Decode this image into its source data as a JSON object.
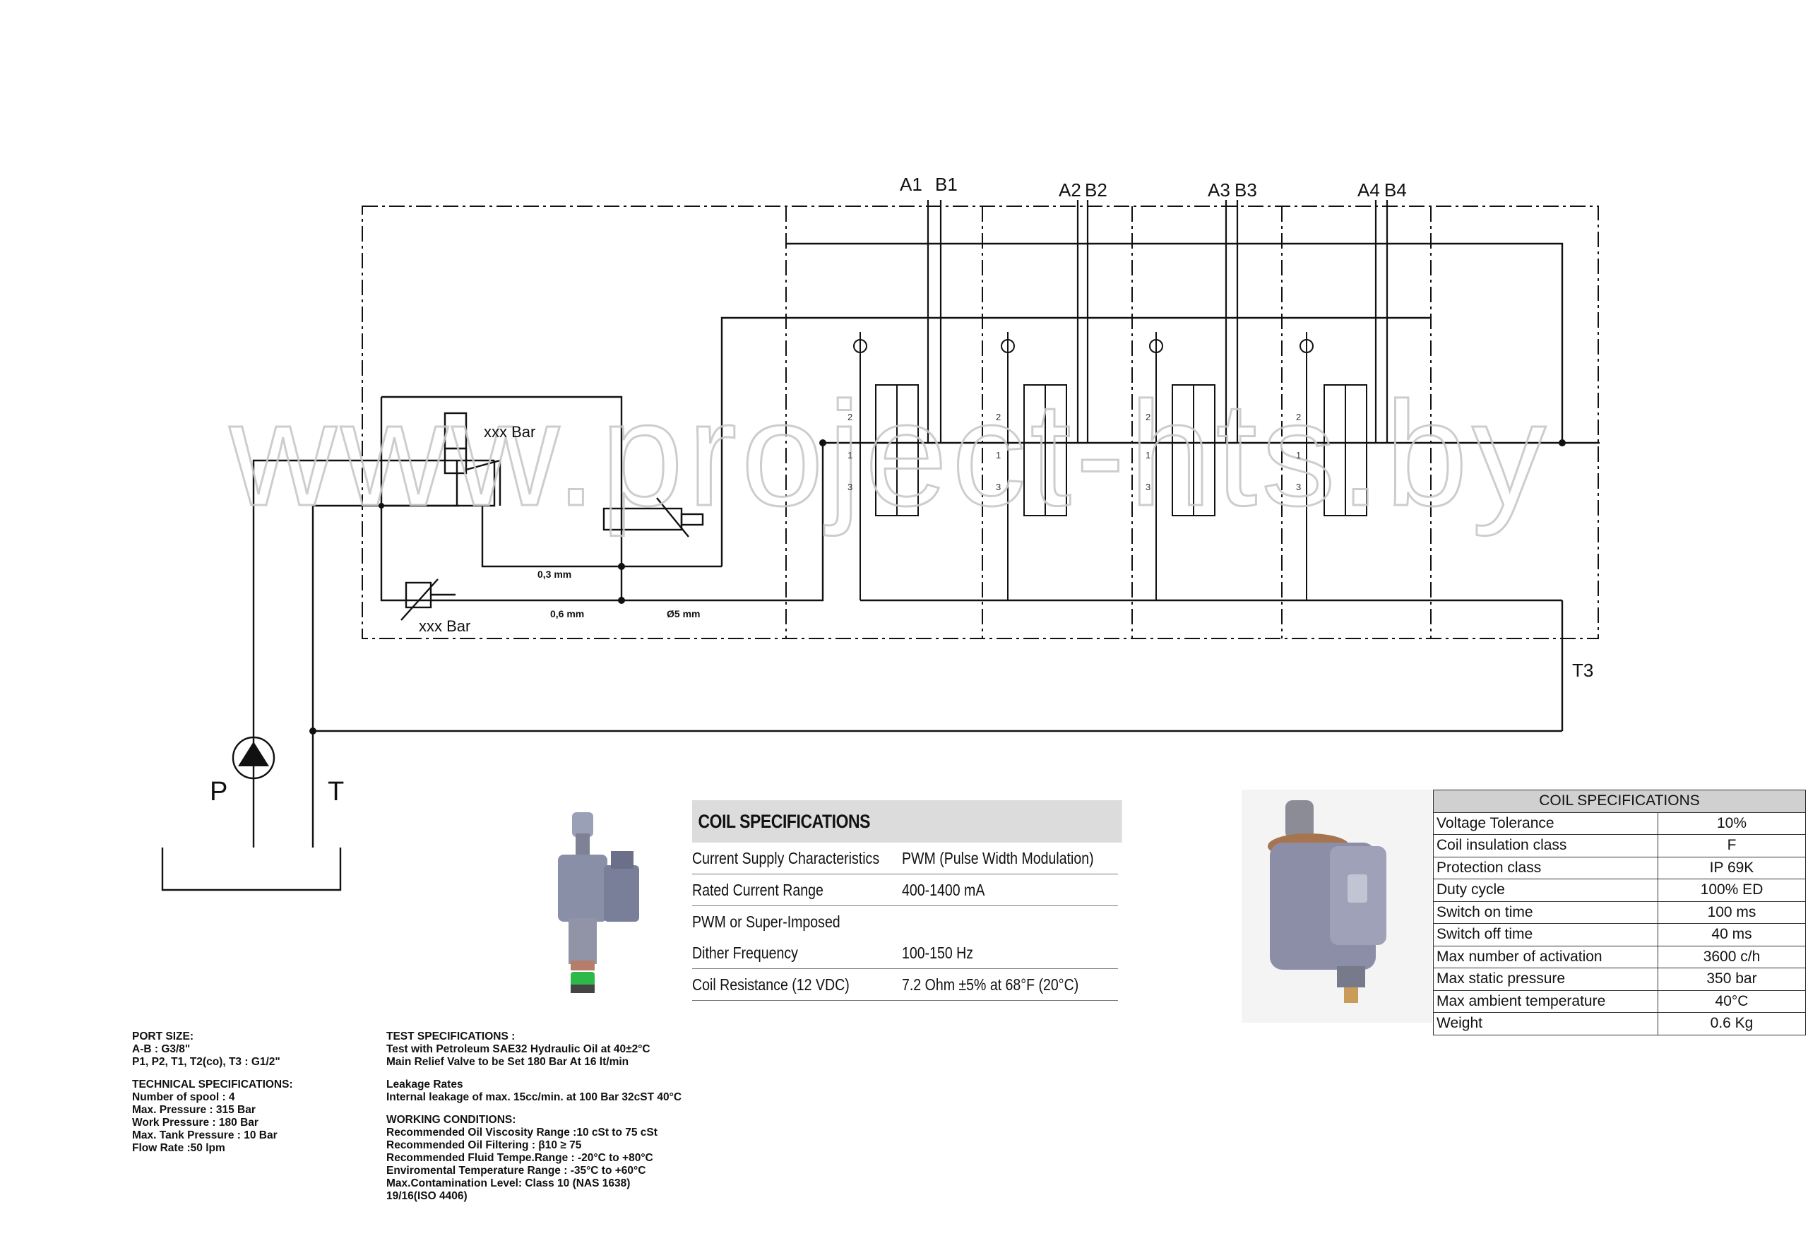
{
  "diagram": {
    "watermark": "www.project-hts.by",
    "ports": {
      "a1": "A1",
      "b1": "B1",
      "a2": "A2",
      "b2": "B2",
      "a3": "A3",
      "b3": "B3",
      "a4": "A4",
      "b4": "B4",
      "t3": "T3",
      "p": "P",
      "t": "T"
    },
    "relief_top": "xxx Bar",
    "relief_bottom": "xxx Bar",
    "orifice_1": "0,3 mm",
    "orifice_2": "0,6 mm",
    "orifice_3": "Ø5 mm",
    "spool_positions": [
      "2",
      "1",
      "3"
    ]
  },
  "coil_spec_mid": {
    "title": "COIL SPECIFICATIONS",
    "rows": [
      {
        "label": "Current Supply Characteristics",
        "value": "PWM (Pulse Width Modulation)"
      },
      {
        "label": "Rated Current Range",
        "value": "400-1400 mA"
      },
      {
        "label": "PWM or Super-Imposed",
        "value": ""
      },
      {
        "label": "Dither Frequency",
        "value": "100-150 Hz"
      },
      {
        "label": "Coil Resistance (12 VDC)",
        "value": "7.2 Ohm ±5% at 68°F (20°C)"
      }
    ]
  },
  "coil_spec_right": {
    "title": "COIL SPECIFICATIONS",
    "rows": [
      {
        "label": "Voltage Tolerance",
        "value": "10%"
      },
      {
        "label": "Coil insulation class",
        "value": "F"
      },
      {
        "label": "Protection class",
        "value": "IP 69K"
      },
      {
        "label": "Duty cycle",
        "value": "100% ED"
      },
      {
        "label": "Switch on time",
        "value": "100 ms"
      },
      {
        "label": "Switch off time",
        "value": "40 ms"
      },
      {
        "label": "Max number of activation",
        "value": "3600 c/h"
      },
      {
        "label": "Max static pressure",
        "value": "350 bar"
      },
      {
        "label": "Max ambient temperature",
        "value": "40°C"
      },
      {
        "label": "Weight",
        "value": "0.6 Kg"
      }
    ]
  },
  "port_size": {
    "heading": "PORT SIZE:",
    "lines": [
      "A-B : G3/8\"",
      "P1, P2, T1, T2(co), T3 : G1/2\""
    ]
  },
  "technical": {
    "heading": "TECHNICAL SPECIFICATIONS:",
    "lines": [
      "Number of spool : 4",
      "Max. Pressure : 315 Bar",
      "Work Pressure : 180 Bar",
      "Max. Tank Pressure : 10 Bar",
      "Flow Rate :50 lpm"
    ]
  },
  "test": {
    "heading": "TEST SPECIFICATIONS :",
    "lines": [
      "Test with Petroleum SAE32 Hydraulic Oil at 40±2°C",
      "Main Relief Valve to be Set 180 Bar At 16 lt/min"
    ]
  },
  "leakage": {
    "heading": "Leakage Rates",
    "lines": [
      "Internal leakage of max. 15cc/min. at 100 Bar 32cST 40°C"
    ]
  },
  "working": {
    "heading": "WORKING CONDITIONS:",
    "lines": [
      "Recommended Oil Viscosity Range :10 cSt to 75 cSt",
      "Recommended Oil Filtering : β10 ≥ 75",
      "Recommended Fluid Tempe.Range : -20°C to +80°C",
      "Enviromental Temperature Range : -35°C to +60°C",
      "Max.Contamination Level: Class 10 (NAS 1638)",
      "19/16(ISO 4406)"
    ]
  },
  "colors": {
    "line": "#111111",
    "coil_body": "#8a8fa8",
    "connector_green": "#2db84a",
    "table_header": "#d0d0d0"
  }
}
